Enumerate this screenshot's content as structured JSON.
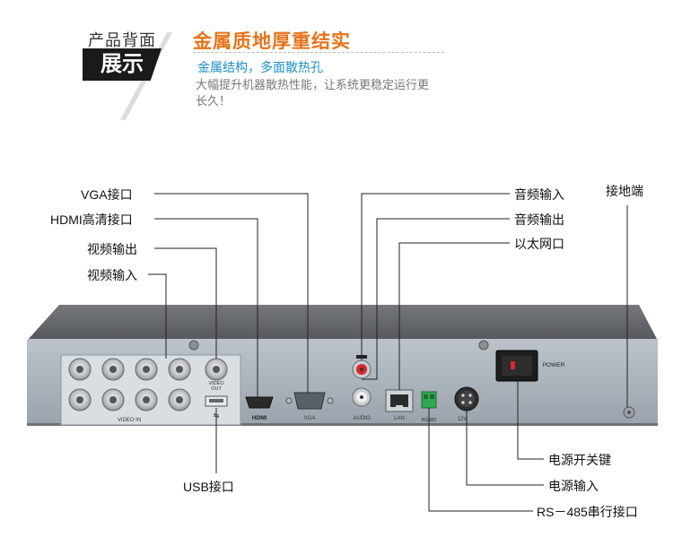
{
  "header": {
    "category": "产品背面",
    "tag": "展示",
    "title": "金属质地厚重结实",
    "subtitle": "金属结构，多面散热孔",
    "description": "大幅提升机器散热性能，让系统更稳定运行更长久！"
  },
  "callouts": {
    "vga": "VGA接口",
    "hdmi": "HDMI高清接口",
    "video_out": "视频输出",
    "video_in": "视频输入",
    "audio_in": "音频输入",
    "audio_out": "音频输出",
    "ethernet": "以太网口",
    "ground": "接地端",
    "power_switch": "电源开关键",
    "power_input": "电源输入",
    "rs485": "RS－485串行接口",
    "usb": "USB接口"
  },
  "panel_labels": {
    "video_in": "VIDEO IN",
    "video_out": "VIDEO\nOUT",
    "hdmi": "HDMI",
    "vga": "VGA",
    "audio": "AUDIO",
    "lan": "LAN",
    "rs485": "RS485",
    "power_12v": "12V",
    "power": "POWER"
  },
  "colors": {
    "accent_orange": "#e8731a",
    "accent_blue": "#1a8fc9",
    "chassis_top": "#5c5f63",
    "panel": "#aab2ba"
  }
}
